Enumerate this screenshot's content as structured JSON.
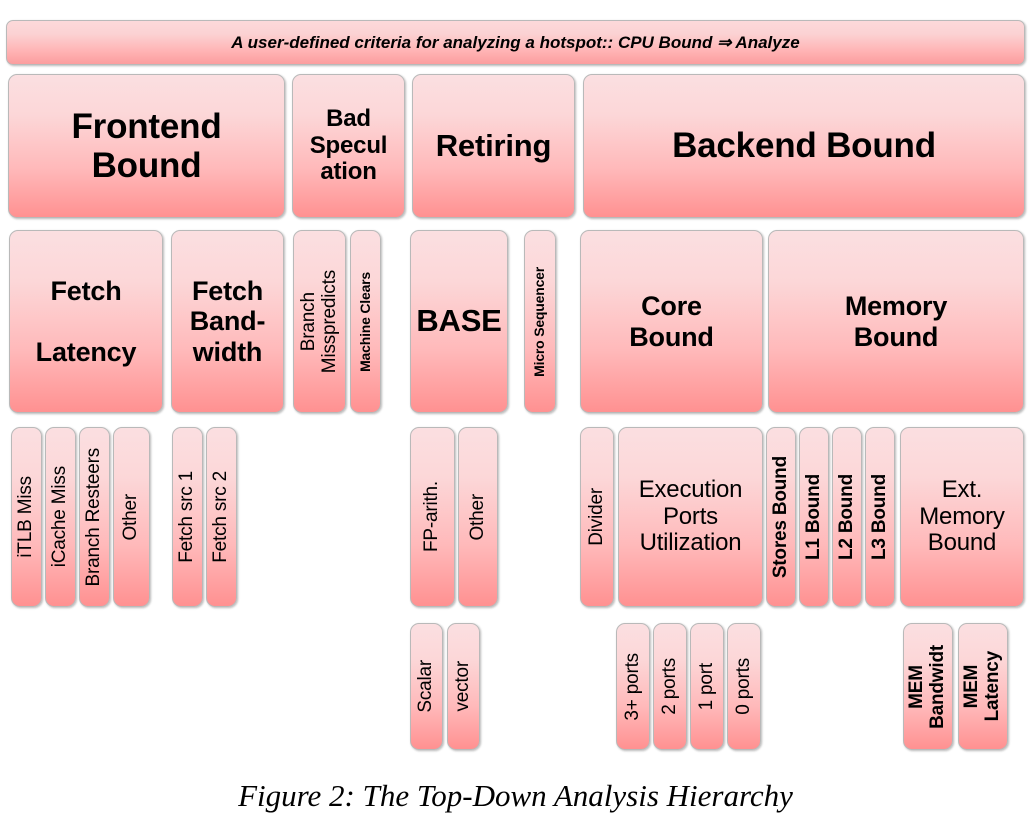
{
  "figure": {
    "caption": "Figure 2: The Top-Down Analysis Hierarchy",
    "banner": "A user-defined criteria for analyzing a hotspot:: CPU Bound ⇒ Analyze",
    "colors": {
      "box_gradient_top": "#FBDFE1",
      "box_gradient_bottom": "#FF9191",
      "box_border": "#B9B9B9",
      "text": "#000000",
      "background": "#FFFFFF"
    }
  },
  "hierarchy": {
    "level1": [
      {
        "id": "frontend-bound",
        "label": "Frontend\nBound"
      },
      {
        "id": "bad-speculation",
        "label": "Bad\nSpecul\nation"
      },
      {
        "id": "retiring",
        "label": "Retiring"
      },
      {
        "id": "backend-bound",
        "label": "Backend Bound"
      }
    ],
    "level2": [
      {
        "id": "fetch-latency",
        "label": "Fetch\n\nLatency"
      },
      {
        "id": "fetch-bandwidth",
        "label": "Fetch\nBand-\nwidth"
      },
      {
        "id": "branch-misspredicts",
        "label": "Branch\nMisspredicts"
      },
      {
        "id": "machine-clears",
        "label": "Machine Clears"
      },
      {
        "id": "base",
        "label": "BASE"
      },
      {
        "id": "micro-sequencer",
        "label": "Micro Sequencer"
      },
      {
        "id": "core-bound",
        "label": "Core\nBound"
      },
      {
        "id": "memory-bound",
        "label": "Memory\nBound"
      }
    ],
    "level3": [
      {
        "id": "itlb-miss",
        "label": "iTLB Miss"
      },
      {
        "id": "icache-miss",
        "label": "iCache Miss"
      },
      {
        "id": "branch-resteers",
        "label": "Branch Resteers"
      },
      {
        "id": "other-fe",
        "label": "Other"
      },
      {
        "id": "fetch-src-1",
        "label": "Fetch src 1"
      },
      {
        "id": "fetch-src-2",
        "label": "Fetch src 2"
      },
      {
        "id": "fp-arith",
        "label": "FP-arith."
      },
      {
        "id": "other-retiring",
        "label": "Other"
      },
      {
        "id": "divider",
        "label": "Divider"
      },
      {
        "id": "execution-ports-utilization",
        "label": "Execution\nPorts\nUtilization"
      },
      {
        "id": "stores-bound",
        "label": "Stores Bound"
      },
      {
        "id": "l1-bound",
        "label": "L1 Bound"
      },
      {
        "id": "l2-bound",
        "label": "L2 Bound"
      },
      {
        "id": "l3-bound",
        "label": "L3 Bound"
      },
      {
        "id": "ext-memory-bound",
        "label": "Ext.\nMemory\nBound"
      }
    ],
    "level4": [
      {
        "id": "scalar",
        "label": "Scalar"
      },
      {
        "id": "vector",
        "label": "vector"
      },
      {
        "id": "ports-3plus",
        "label": "3+ ports"
      },
      {
        "id": "ports-2",
        "label": "2 ports"
      },
      {
        "id": "ports-1",
        "label": "1 port"
      },
      {
        "id": "ports-0",
        "label": "0 ports"
      },
      {
        "id": "mem-bandwidth",
        "label": "MEM\nBandwidt"
      },
      {
        "id": "mem-latency",
        "label": "MEM\nLatency"
      }
    ]
  }
}
